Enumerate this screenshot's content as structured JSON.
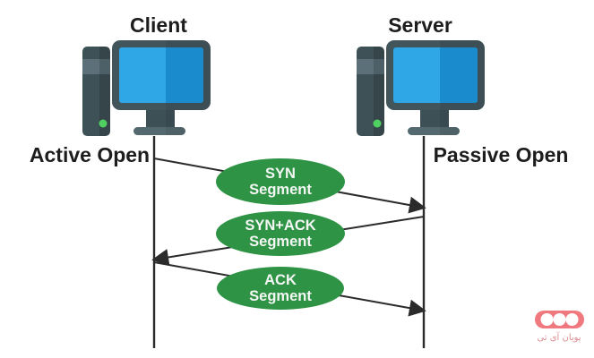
{
  "diagram": {
    "type": "sequence-diagram",
    "topic": "TCP three-way handshake",
    "nodes": {
      "client": {
        "title": "Client",
        "role": "Active Open"
      },
      "server": {
        "title": "Server",
        "role": "Passive Open"
      }
    },
    "messages": [
      {
        "line1": "SYN",
        "line2": "Segment",
        "from": "client",
        "to": "server"
      },
      {
        "line1": "SYN+ACK",
        "line2": "Segment",
        "from": "server",
        "to": "client"
      },
      {
        "line1": "ACK",
        "line2": "Segment",
        "from": "client",
        "to": "server"
      }
    ]
  },
  "logo": {
    "text": "پویان آی تی",
    "icon": "three-circles-pill"
  },
  "colors": {
    "bg": "#ffffff",
    "ink": "#1d1d1d",
    "line": "#2b2b2b",
    "bubble-green": "#2e9345",
    "bubble-text": "#f4f7f4",
    "frame-slate": "#42555b",
    "tower-dark": "#3e5157",
    "tower-band": "#5b7078",
    "neck-slate": "#3d5055",
    "base-slate": "#53696f",
    "screen-light": "#2fa7e6",
    "screen-dark": "#1d96dc",
    "power-green": "#4ed160",
    "logo-pink": "#f0797f",
    "logo-text-pink": "#dd8f94"
  }
}
